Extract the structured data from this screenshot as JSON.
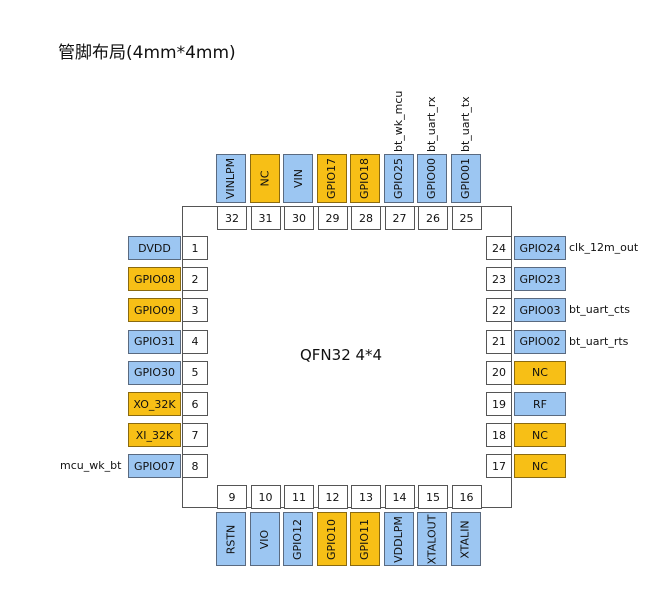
{
  "title": "管脚布局(4mm*4mm)",
  "package_label": "QFN32 4*4",
  "colors": {
    "blue": "#9cc6f2",
    "orange": "#f7bf16"
  },
  "top_pins": [
    {
      "num": "32",
      "name": "VINLPM",
      "color": "blue"
    },
    {
      "num": "31",
      "name": "NC",
      "color": "orange"
    },
    {
      "num": "30",
      "name": "VIN",
      "color": "blue"
    },
    {
      "num": "29",
      "name": "GPIO17",
      "color": "orange"
    },
    {
      "num": "28",
      "name": "GPIO18",
      "color": "orange"
    },
    {
      "num": "27",
      "name": "GPIO25",
      "color": "blue",
      "ext": "bt_wk_mcu"
    },
    {
      "num": "26",
      "name": "GPIO00",
      "color": "blue",
      "ext": "bt_uart_rx"
    },
    {
      "num": "25",
      "name": "GPIO01",
      "color": "blue",
      "ext": "bt_uart_tx"
    }
  ],
  "bottom_pins": [
    {
      "num": "9",
      "name": "RSTN",
      "color": "blue"
    },
    {
      "num": "10",
      "name": "VIO",
      "color": "blue"
    },
    {
      "num": "11",
      "name": "GPIO12",
      "color": "blue"
    },
    {
      "num": "12",
      "name": "GPIO10",
      "color": "orange"
    },
    {
      "num": "13",
      "name": "GPIO11",
      "color": "orange"
    },
    {
      "num": "14",
      "name": "VDDLPM",
      "color": "blue"
    },
    {
      "num": "15",
      "name": "XTALOUT",
      "color": "blue"
    },
    {
      "num": "16",
      "name": "XTALIN",
      "color": "blue"
    }
  ],
  "left_pins": [
    {
      "num": "1",
      "name": "DVDD",
      "color": "blue"
    },
    {
      "num": "2",
      "name": "GPIO08",
      "color": "orange"
    },
    {
      "num": "3",
      "name": "GPIO09",
      "color": "orange"
    },
    {
      "num": "4",
      "name": "GPIO31",
      "color": "blue"
    },
    {
      "num": "5",
      "name": "GPIO30",
      "color": "blue"
    },
    {
      "num": "6",
      "name": "XO_32K",
      "color": "orange"
    },
    {
      "num": "7",
      "name": "XI_32K",
      "color": "orange"
    },
    {
      "num": "8",
      "name": "GPIO07",
      "color": "blue",
      "ext": "mcu_wk_bt"
    }
  ],
  "right_pins": [
    {
      "num": "24",
      "name": "GPIO24",
      "color": "blue",
      "ext": "clk_12m_out"
    },
    {
      "num": "23",
      "name": "GPIO23",
      "color": "blue"
    },
    {
      "num": "22",
      "name": "GPIO03",
      "color": "blue",
      "ext": "bt_uart_cts"
    },
    {
      "num": "21",
      "name": "GPIO02",
      "color": "blue",
      "ext": "bt_uart_rts"
    },
    {
      "num": "20",
      "name": "NC",
      "color": "orange"
    },
    {
      "num": "19",
      "name": "RF",
      "color": "blue"
    },
    {
      "num": "18",
      "name": "NC",
      "color": "orange"
    },
    {
      "num": "17",
      "name": "NC",
      "color": "orange"
    }
  ]
}
